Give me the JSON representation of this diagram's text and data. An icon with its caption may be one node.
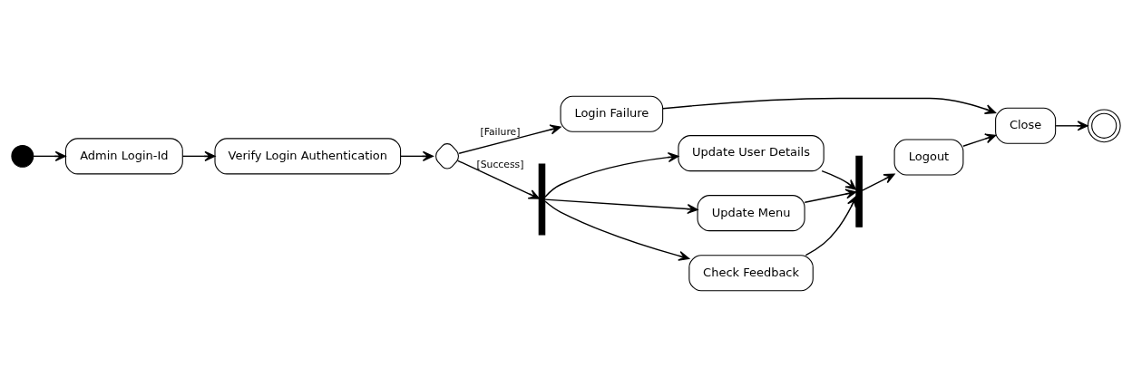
{
  "diagram": {
    "nodes": [
      {
        "text": [],
        "shape": "circle"
      },
      {
        "text": [
          "Admin Login-Id"
        ]
      },
      {
        "text": [
          "Verify Login Authentication"
        ]
      },
      {
        "text": [],
        "shape": "diamond"
      },
      {
        "text": [
          "Login Failure"
        ]
      },
      {
        "text": [],
        "shape": "bar"
      },
      {
        "text": [
          "Update User Details"
        ]
      },
      {
        "text": [
          "Update Menu"
        ]
      },
      {
        "text": [
          "Check Feedback"
        ]
      },
      {
        "text": [],
        "shape": "bar"
      },
      {
        "text": [
          "Logout"
        ]
      },
      {
        "text": [
          "Close"
        ]
      },
      {
        "text": [],
        "shape": "circle"
      }
    ],
    "edges": [
      {
        "from": 0,
        "to": 1,
        "arrow": "to"
      },
      {
        "from": 1,
        "to": 2,
        "arrow": "to"
      },
      {
        "from": 2,
        "to": 3,
        "arrow": "to"
      },
      {
        "from": 3,
        "to": 4,
        "arrow": "to",
        "label": "[Failure]"
      },
      {
        "from": 3,
        "to": 5,
        "arrow": "to",
        "label": "[Success]"
      },
      {
        "from": 5,
        "to": 6,
        "arrow": "to"
      },
      {
        "from": 5,
        "to": 7,
        "arrow": "to"
      },
      {
        "from": 5,
        "to": 8,
        "arrow": "to"
      },
      {
        "from": 6,
        "to": 9,
        "arrow": "to"
      },
      {
        "from": 7,
        "to": 9,
        "arrow": "to"
      },
      {
        "from": 8,
        "to": 9,
        "arrow": "to"
      },
      {
        "from": 9,
        "to": 10,
        "arrow": "to"
      },
      {
        "from": 4,
        "to": 11,
        "arrow": "to"
      },
      {
        "from": 10,
        "to": 11,
        "arrow": "to"
      },
      {
        "from": 11,
        "to": 12,
        "arrow": "to"
      }
    ]
  }
}
